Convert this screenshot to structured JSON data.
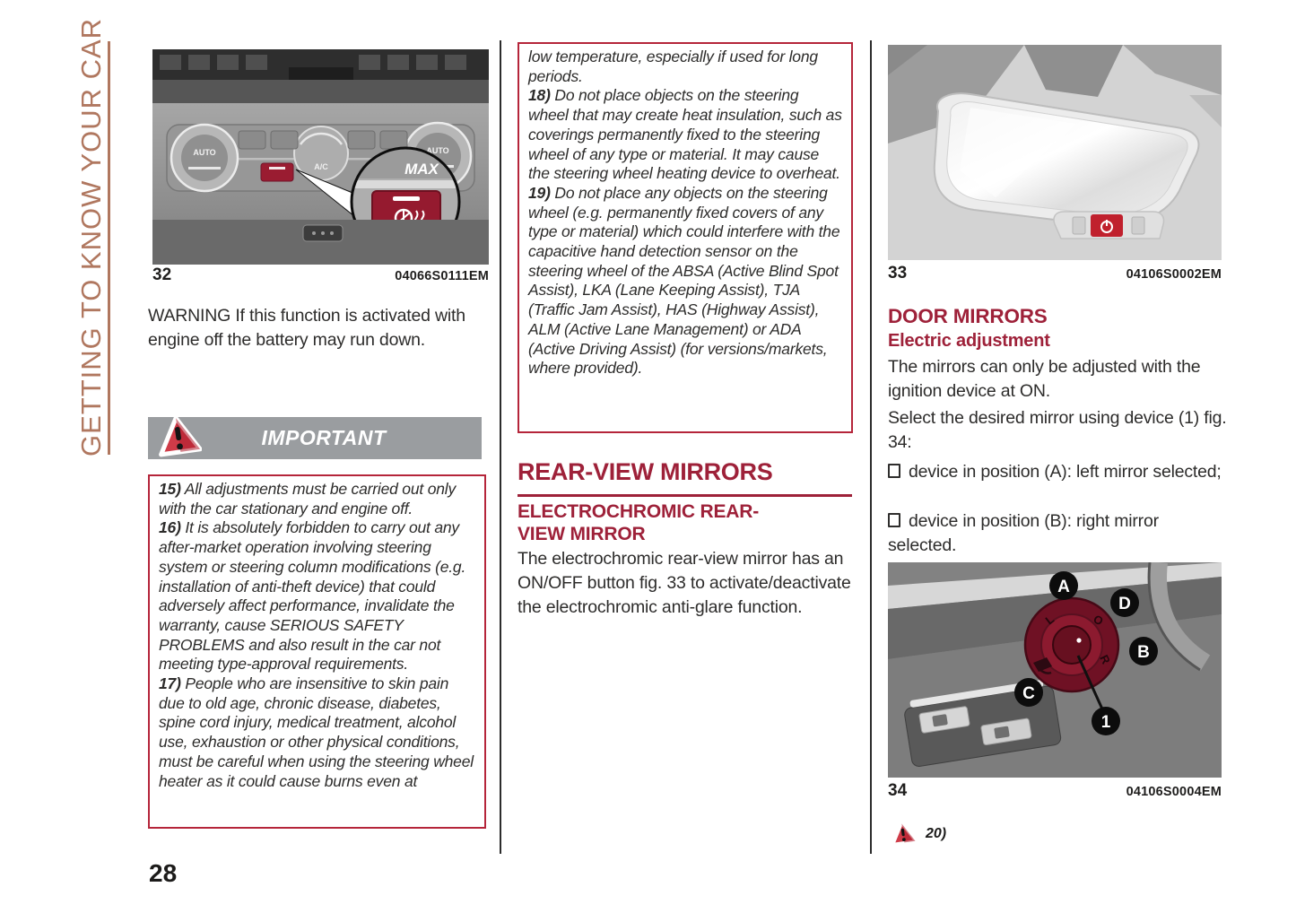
{
  "page": {
    "number": "28",
    "sidebar_title": "GETTING TO KNOW YOUR CAR"
  },
  "colors": {
    "heading_red": "#9e2139",
    "border_red": "#b5253a",
    "sidebar_brown": "#b0775f",
    "banner_gray": "#9a9da0",
    "button_red": "#9a1c31"
  },
  "left_column": {
    "figure32": {
      "number": "32",
      "code": "04066S0111EM",
      "labels": {
        "left_knob": "AUTO",
        "right_knob": "AUTO",
        "center_knob": "A/C",
        "max": "MAX"
      }
    },
    "warning_text": "WARNING If this function is activated with engine off the battery may run down.",
    "banner_label": "IMPORTANT",
    "warnings": [
      {
        "num": "15)",
        "text": "All adjustments must be carried out only with the car stationary and engine off."
      },
      {
        "num": "16)",
        "text": "It is absolutely forbidden to carry out any after-market operation involving steering system or steering column modifications (e.g. installation of anti-theft device) that could adversely affect performance, invalidate the warranty, cause SERIOUS SAFETY PROBLEMS and also result in the car not meeting type-approval requirements."
      },
      {
        "num": "17)",
        "text": "People who are insensitive to skin pain due to old age, chronic disease, diabetes, spine cord injury, medical treatment, alcohol use, exhaustion or other physical conditions, must be careful when using the steering wheel heater as it could cause burns even at"
      }
    ]
  },
  "middle_column": {
    "warnings": [
      {
        "num": "",
        "text": "low temperature, especially if used for long periods."
      },
      {
        "num": "18)",
        "text": "Do not place objects on the steering wheel that may create heat insulation, such as coverings permanently fixed to the steering wheel of any type or material. It may cause the steering wheel heating device to overheat."
      },
      {
        "num": "19)",
        "text": "Do not place any objects on the steering wheel (e.g. permanently fixed covers of any type or material) which could interfere with the capacitive hand detection sensor on the steering wheel of the ABSA (Active Blind Spot Assist), LKA (Lane Keeping Assist), TJA (Traffic Jam Assist), HAS (Highway Assist), ALM (Active Lane Management) or ADA (Active Driving Assist) (for versions/markets, where provided)."
      }
    ],
    "section_title": "REAR-VIEW MIRRORS",
    "subsection_title": "ELECTROCHROMIC REAR-VIEW MIRROR",
    "body": "The electrochromic rear-view mirror has an ON/OFF button fig. 33 to activate/deactivate the electrochromic anti-glare function."
  },
  "right_column": {
    "figure33": {
      "number": "33",
      "code": "04106S0002EM"
    },
    "section_title": "DOOR MIRRORS",
    "subsection_title": "Electric adjustment",
    "para1": "The mirrors can only be adjusted with the ignition device at ON.",
    "para2": "Select the desired mirror using device (1) fig. 34:",
    "bullets": [
      "device in position (A): left mirror selected;",
      "device in position (B): right mirror selected."
    ],
    "figure34": {
      "number": "34",
      "code": "04106S0004EM",
      "badges": [
        "A",
        "D",
        "B",
        "C",
        "1"
      ],
      "knob_letters": [
        "L",
        "O",
        "R"
      ]
    },
    "footnote_ref": "20)"
  }
}
